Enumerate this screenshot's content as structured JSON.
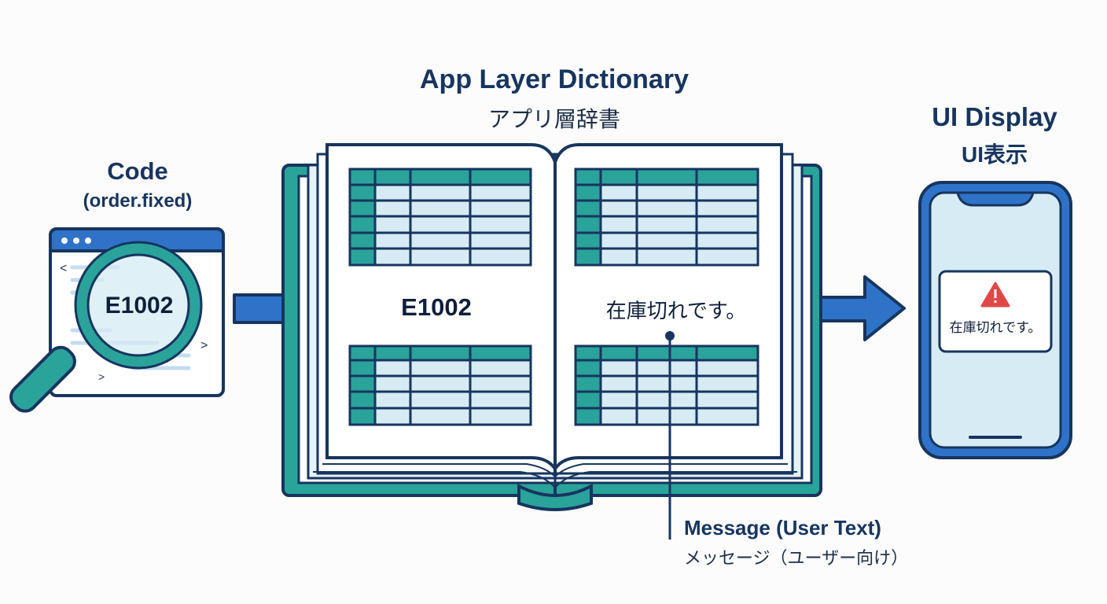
{
  "diagram": {
    "code_section": {
      "title": "Code",
      "subtitle": "(order.fixed)",
      "code_value": "E1002"
    },
    "dictionary_section": {
      "title": "App Layer Dictionary",
      "subtitle": "アプリ層辞書",
      "left_page_code": "E1002",
      "right_page_message": "在庫切れです。"
    },
    "ui_section": {
      "title": "UI Display",
      "subtitle": "UI表示",
      "alert_message": "在庫切れです。"
    },
    "message_callout": {
      "title": "Message (User Text)",
      "subtitle": "メッセージ（ユーザー向け）"
    }
  },
  "colors": {
    "navy": "#17355e",
    "blue": "#2f73c9",
    "teal": "#2aa39b",
    "light_teal": "#d9f0f2",
    "light_blue": "#d6ebf4",
    "alert_red": "#e04848"
  },
  "icons": [
    "browser-window-icon",
    "magnifier-icon",
    "open-book-icon",
    "arrow-right-icon",
    "phone-icon",
    "warning-icon"
  ]
}
